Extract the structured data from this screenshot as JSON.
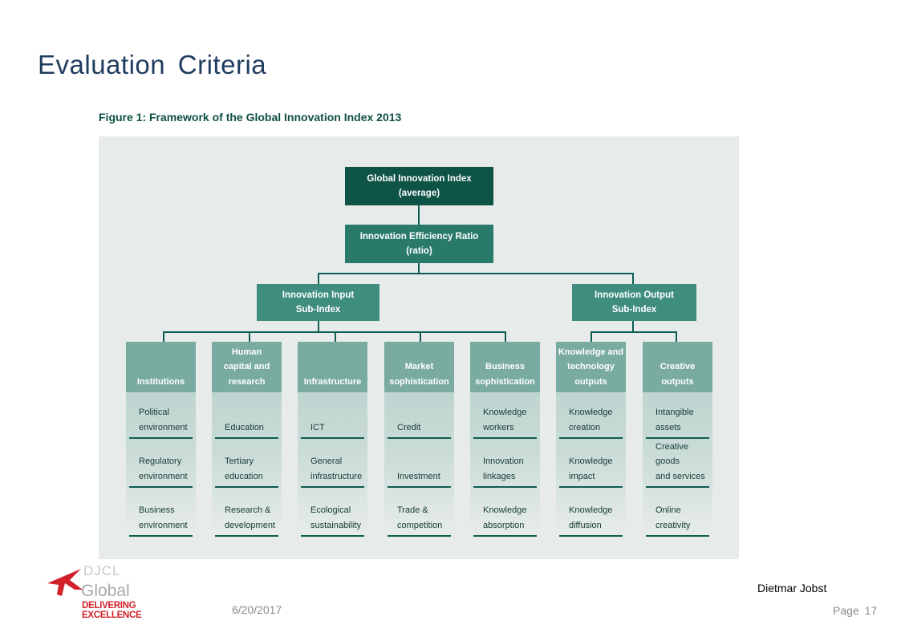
{
  "slide": {
    "title": "Evaluation Criteria",
    "date": "6/20/2017",
    "author": "Dietmar Jobst",
    "page": "Page 17"
  },
  "figure": {
    "caption": "Figure 1: Framework of the Global Innovation Index 2013",
    "root": "Global Innovation Index\n(average)",
    "efficiency": "Innovation Efficiency Ratio\n(ratio)",
    "input": "Innovation Input\nSub-Index",
    "output": "Innovation Output\nSub-Index",
    "pillars": [
      {
        "name": "Institutions",
        "items": [
          "Political\nenvironment",
          "Regulatory\nenvironment",
          "Business\nenvironment"
        ]
      },
      {
        "name": "Human\ncapital and\nresearch",
        "items": [
          "Education",
          "Tertiary\neducation",
          "Research &\ndevelopment"
        ]
      },
      {
        "name": "Infrastructure",
        "items": [
          "ICT",
          "General\ninfrastructure",
          "Ecological\nsustainability"
        ]
      },
      {
        "name": "Market\nsophistication",
        "items": [
          "Credit",
          "Investment",
          "Trade &\ncompetition"
        ]
      },
      {
        "name": "Business\nsophistication",
        "items": [
          "Knowledge\nworkers",
          "Innovation\nlinkages",
          "Knowledge\nabsorption"
        ]
      },
      {
        "name": "Knowledge and\ntechnology\noutputs",
        "items": [
          "Knowledge\ncreation",
          "Knowledge\nimpact",
          "Knowledge\ndiffusion"
        ]
      },
      {
        "name": "Creative\noutputs",
        "items": [
          "Intangible\nassets",
          "Creative goods\nand services",
          "Online\ncreativity"
        ]
      }
    ]
  },
  "logo": {
    "top_text": "DJCL",
    "global_text": "Global",
    "tagline": "DELIVERING EXCELLENCE",
    "colors": {
      "red": "#d2212a",
      "gray": "#a9a9a9"
    }
  },
  "colors": {
    "title": "#1f3c5f",
    "panel_bg": "#e7ecea",
    "box_dark": "#0d5346",
    "box_mid": "#2a7a6c",
    "column_header": "#7aaba1"
  }
}
